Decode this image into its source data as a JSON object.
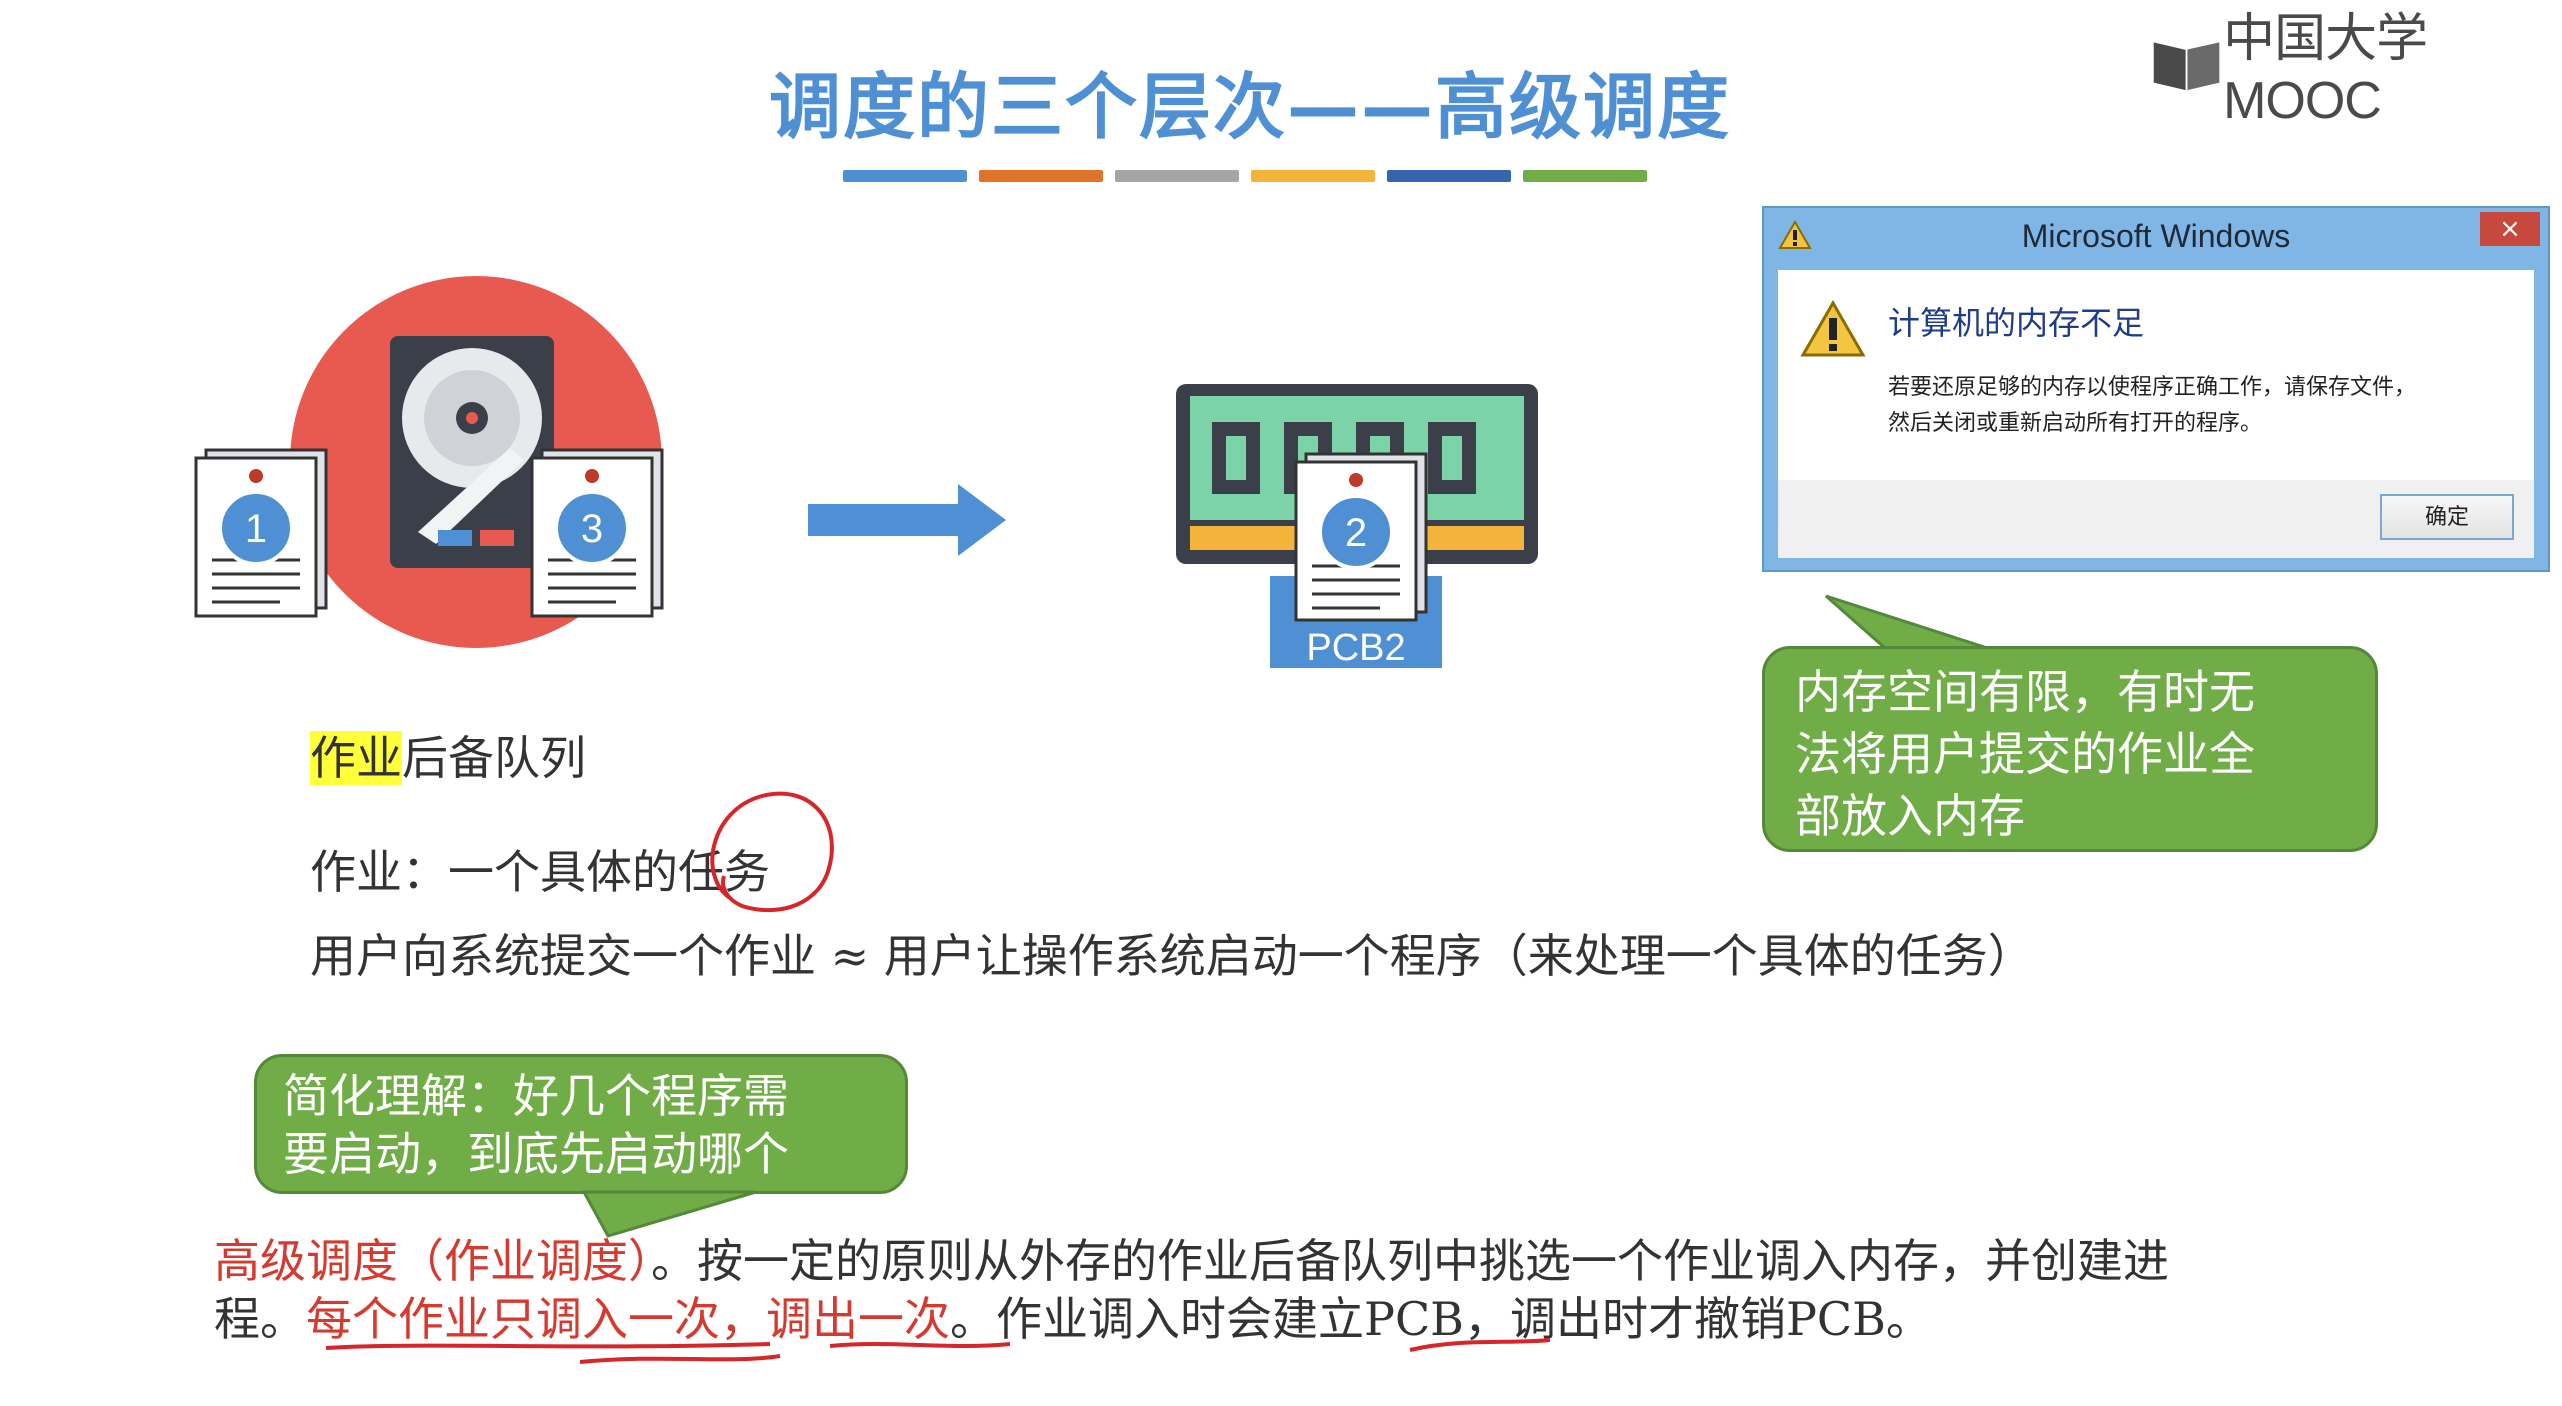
{
  "logo": {
    "text": "中国大学MOOC"
  },
  "title": "调度的三个层次——高级调度",
  "title_bar_colors": [
    "#4f8fd3",
    "#e0722a",
    "#a5a5a5",
    "#f4b43a",
    "#3465b0",
    "#70ad47"
  ],
  "left_figure": {
    "doc1_number": "1",
    "doc3_number": "3"
  },
  "right_figure": {
    "doc2_number": "2",
    "pcb_label": "PCB2"
  },
  "queue_label": {
    "highlighted": "作业",
    "rest": "后备队列"
  },
  "definition": {
    "before": "作业：一个具体的",
    "circled": "任务"
  },
  "equivalence": "用户向系统提交一个作业 ≈ 用户让操作系统启动一个程序（来处理一个具体的任务）",
  "dialog": {
    "title": "Microsoft Windows",
    "close": "×",
    "headline": "计算机的内存不足",
    "message_line1": "若要还原足够的内存以使程序正确工作，请保存文件，",
    "message_line2": "然后关闭或重新启动所有打开的程序。",
    "ok_button": "确定"
  },
  "bubble_memory": {
    "line1": "内存空间有限，有时无",
    "line2": "法将用户提交的作业全",
    "line3": "部放入内存"
  },
  "bubble_simple": {
    "line1": "简化理解：好几个程序需",
    "line2": "要启动，到底先启动哪个"
  },
  "paragraph": {
    "red_term": "高级调度（作业调度）",
    "part1": "。按一定的原则从外存的作业后备队列中挑选一个作业调入内存，并创建进",
    "part2": "程。",
    "red_once": "每个作业只调入一次，",
    "red_out": "调出一次",
    "part3": "。作业调入时会建立PCB，调出时才撤销PCB。"
  },
  "colors": {
    "title_blue": "#4f8fd3",
    "bubble_green": "#70ad47",
    "highlight_yellow": "#ffff3a",
    "annotation_red": "#d63a2f",
    "disk_bg_red": "#e85a4f"
  }
}
